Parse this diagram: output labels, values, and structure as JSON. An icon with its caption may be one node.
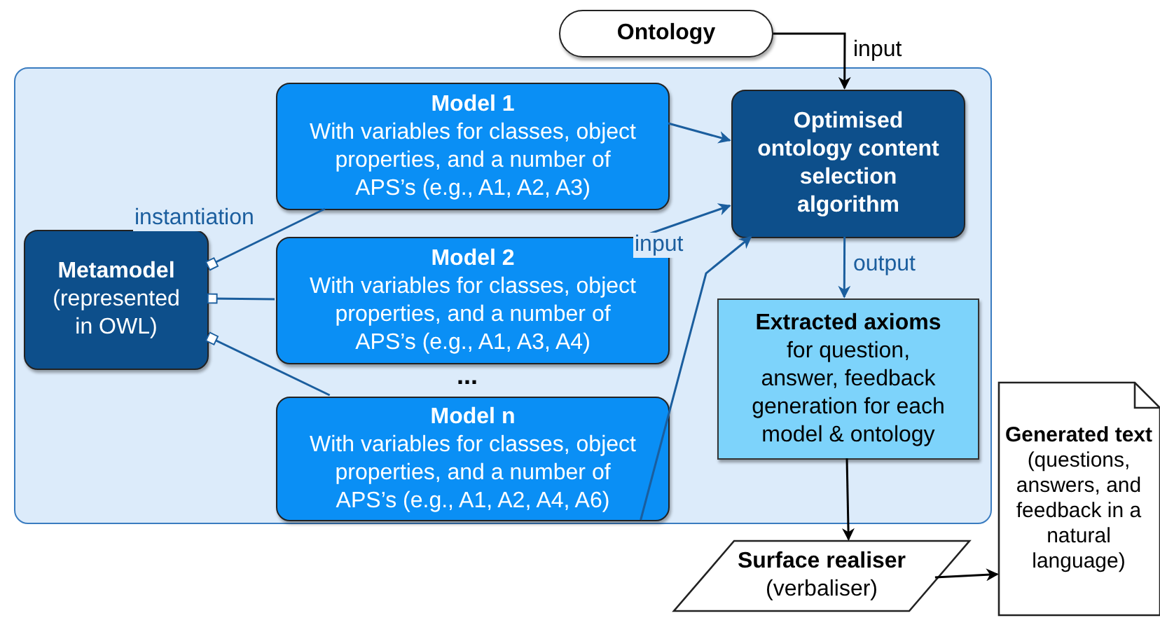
{
  "diagram": {
    "nodes": [
      {
        "text": [],
        "shape": "box"
      },
      {
        "text": [
          "Ontology"
        ]
      },
      {
        "text": [
          "Metamodel",
          "(represented in OWL)"
        ],
        "in": 0
      },
      {
        "text": [
          "Model 1",
          "With variables for classes, object properties, and a number of APS’s (e.g., A1, A2, A3)"
        ],
        "in": 0
      },
      {
        "text": [
          "Model 2",
          "With variables for classes, object properties, and a number of APS’s (e.g., A1, A3, A4)"
        ],
        "in": 0
      },
      {
        "text": [
          "Model n",
          "With variables for classes, object properties, and a number of APS’s (e.g., A1, A2, A4, A6)"
        ],
        "in": 0
      },
      {
        "text": [
          "Optimised ontology content selection algorithm"
        ],
        "in": 0
      },
      {
        "text": [
          "Extracted axioms",
          "for question, answer, feedback generation for each model & ontology"
        ],
        "in": 0
      },
      {
        "text": [
          "Surface realiser",
          "(verbaliser)"
        ]
      },
      {
        "text": [
          "Generated text",
          "(questions, answers, and feedback in a natural language)"
        ]
      }
    ],
    "edges": [
      {
        "from": 1,
        "to": 6,
        "arrow": "to",
        "label": "input",
        "color": "#000000"
      },
      {
        "from": 2,
        "to": 3,
        "arrow": "other",
        "label": "instantiation"
      },
      {
        "from": 2,
        "to": 4,
        "arrow": "other"
      },
      {
        "from": 2,
        "to": 5,
        "arrow": "other"
      },
      {
        "from": 3,
        "to": 6,
        "arrow": "to"
      },
      {
        "from": 4,
        "to": 6,
        "arrow": "to"
      },
      {
        "from": 5,
        "to": 6,
        "arrow": "to",
        "label": "input"
      },
      {
        "from": 6,
        "to": 7,
        "arrow": "to",
        "label": "output"
      },
      {
        "from": 7,
        "to": 8,
        "arrow": "to",
        "color": "#000000"
      },
      {
        "from": 8,
        "to": 9,
        "arrow": "to",
        "color": "#000000"
      }
    ],
    "labels": [
      "..."
    ]
  }
}
